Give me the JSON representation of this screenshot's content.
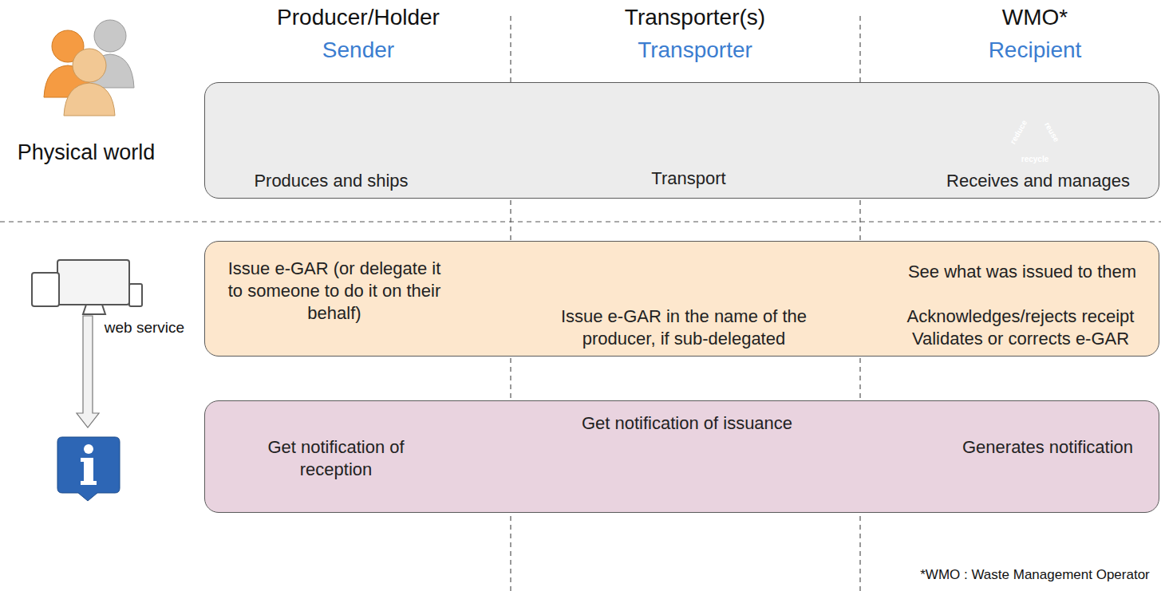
{
  "diagram": {
    "nodes": [
      {
        "text": [
          "Produces and ships",
          "Transport",
          "Receives and manages"
        ]
      },
      {
        "text": [
          "Issue e-GAR (or delegate it to someone to do it on their behalf)",
          "Issue e-GAR in the name of the producer, if sub-delegated",
          "See what was issued to them",
          "Acknowledges/rejects receipt Validates or corrects e-GAR"
        ]
      },
      {
        "text": [
          "Get notification of reception",
          "Get notification of issuance",
          "Generates notification"
        ]
      }
    ],
    "edges": [],
    "labels": [
      "Producer/Holder",
      "Sender",
      "Transporter(s)",
      "Transporter",
      "WMO*",
      "Recipient",
      "Physical world",
      "reduce",
      "reuse",
      "recycle",
      "web service",
      "*WMO : Waste Management Operator"
    ]
  }
}
